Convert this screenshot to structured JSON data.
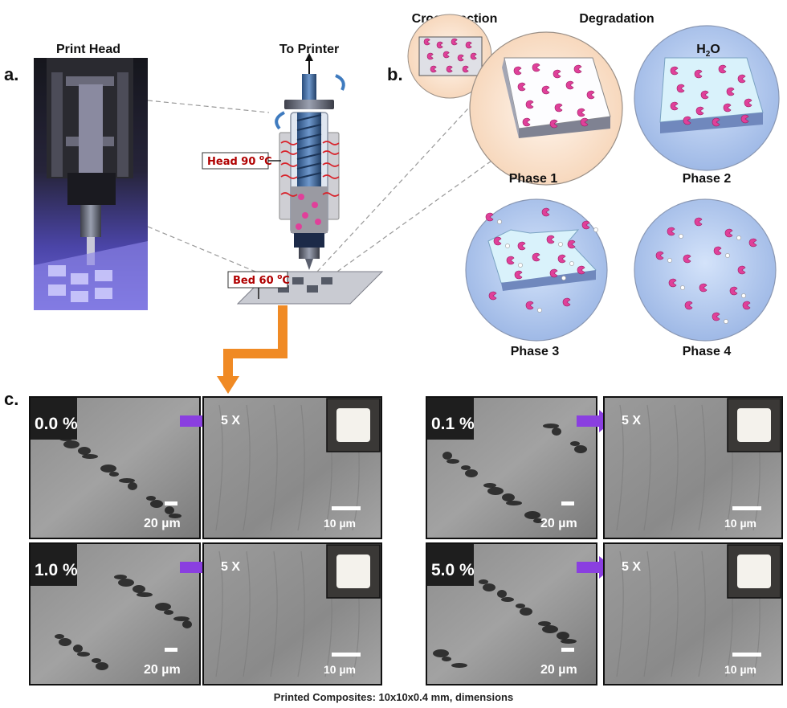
{
  "panel_a": {
    "letter": "a.",
    "photo_title": "Print Head",
    "printer_title": "To Printer",
    "head_temp": "Head 90 ",
    "bed_temp": "Bed 60 ",
    "deg_sup": "o",
    "deg_unit": "C"
  },
  "panel_b": {
    "letter": "b.",
    "cross_section": "Cross-section",
    "degradation": "Degradation",
    "water_h": "H",
    "water_sub": "2",
    "water_o": "O",
    "phases": [
      "Phase 1",
      "Phase 2",
      "Phase 3",
      "Phase 4"
    ]
  },
  "panel_c": {
    "letter": "c.",
    "caption": "Printed Composites: 10x10x0.4 mm, dimensions",
    "magnification": "5 X",
    "scale_low": "20 µm",
    "scale_high": "10 µm",
    "samples": [
      "0.0 %",
      "0.1 %",
      "1.0 %",
      "5.0 %"
    ]
  },
  "colors": {
    "arrow_orange": "#f08a24",
    "arrow_purple": "#8a3fe0",
    "particle_pink": "#e0409a",
    "water_blue": "#b8cff0",
    "cross_section_peach": "#fbe3cc",
    "temp_red": "#b00000"
  }
}
